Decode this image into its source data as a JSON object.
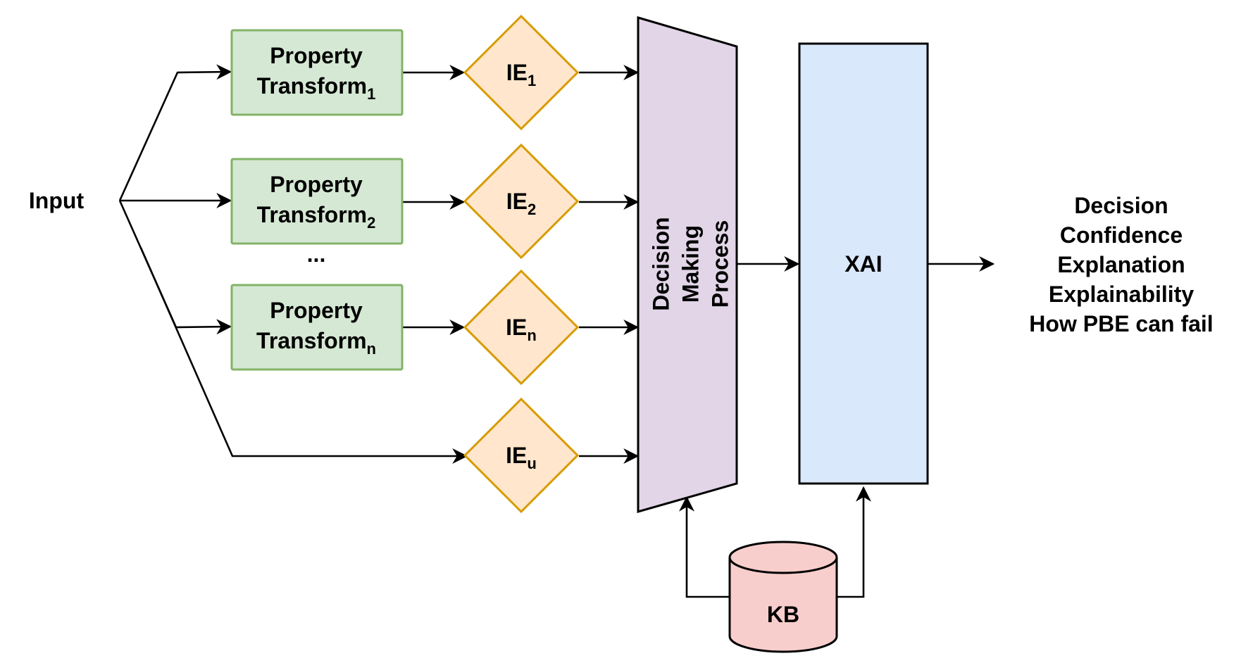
{
  "diagram": {
    "input_label": "Input",
    "property_transforms": [
      {
        "text": "Property",
        "text2": "Transform",
        "sub": "1"
      },
      {
        "text": "Property",
        "text2": "Transform",
        "sub": "2"
      },
      {
        "text": "Property",
        "text2": "Transform",
        "sub": "n"
      }
    ],
    "ellipsis": "...",
    "ie_nodes": [
      {
        "base": "IE",
        "sub": "1"
      },
      {
        "base": "IE",
        "sub": "2"
      },
      {
        "base": "IE",
        "sub": "n"
      },
      {
        "base": "IE",
        "sub": "u"
      }
    ],
    "decision_process": {
      "line1": "Decision",
      "line2": "Making",
      "line3": "Process"
    },
    "xai_label": "XAI",
    "kb_label": "KB",
    "outputs": [
      "Decision",
      "Confidence",
      "Explanation",
      "Explainability",
      "How PBE can fail"
    ],
    "colors": {
      "transform_fill": "#d5e8d4",
      "transform_stroke": "#82b366",
      "ie_fill": "#ffe6cc",
      "ie_stroke": "#d79b00",
      "process_fill": "#e1d5e7",
      "process_stroke": "#000000",
      "xai_fill": "#dae8fc",
      "xai_stroke": "#000000",
      "kb_fill": "#f8cecc",
      "kb_stroke": "#000000"
    }
  }
}
